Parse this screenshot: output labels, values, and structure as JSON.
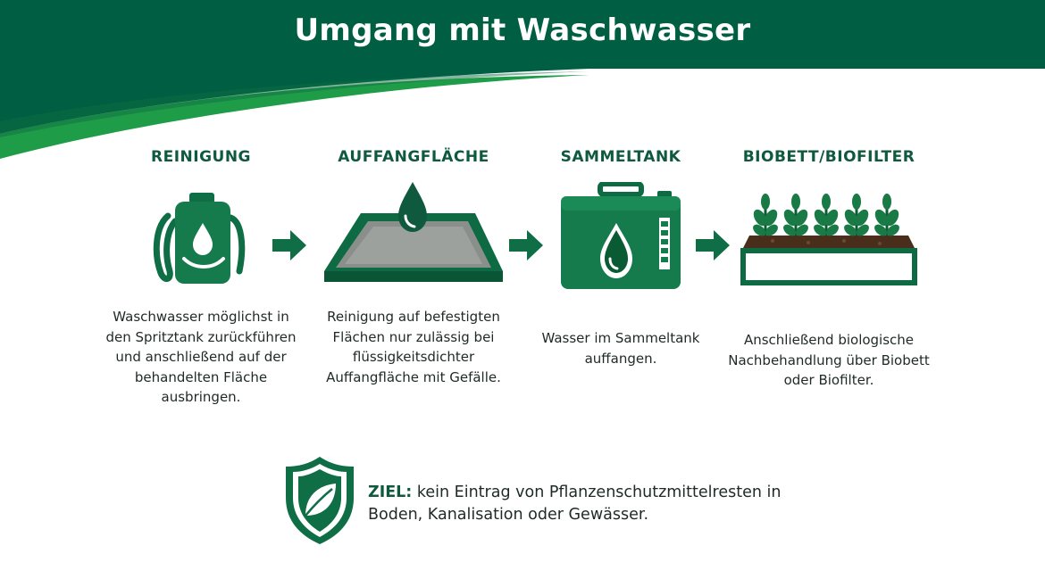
{
  "header": {
    "title": "Umgang mit Waschwasser"
  },
  "colors": {
    "dark_green": "#005f43",
    "mid_green": "#0f7a45",
    "light_green": "#21a04a",
    "text": "#1f2a24"
  },
  "steps": [
    {
      "title": "REINIGUNG",
      "icon": "sprayer-tank-icon",
      "description": "Waschwasser möglichst in den Spritztank zurückführen und anschließend auf der behandelten Fläche ausbringen."
    },
    {
      "title": "AUFFANGFLÄCHE",
      "icon": "collection-tray-icon",
      "description": "Reinigung auf befestigten Flächen nur zulässig bei flüssigkeitsdichter Auffangfläche mit Gefälle."
    },
    {
      "title": "SAMMELTANK",
      "icon": "collection-tank-icon",
      "description": "Wasser im Sammeltank auffangen."
    },
    {
      "title": "BIOBETT/BIOFILTER",
      "icon": "biobed-plants-icon",
      "description": "Anschließend biologische Nachbehandlung über Biobett oder Biofilter."
    }
  ],
  "goal": {
    "label": "ZIEL:",
    "text": " kein Eintrag von Pflanzenschutzmittelresten in Boden, Kanalisation oder Gewässer.",
    "icon": "leaf-shield-icon"
  }
}
